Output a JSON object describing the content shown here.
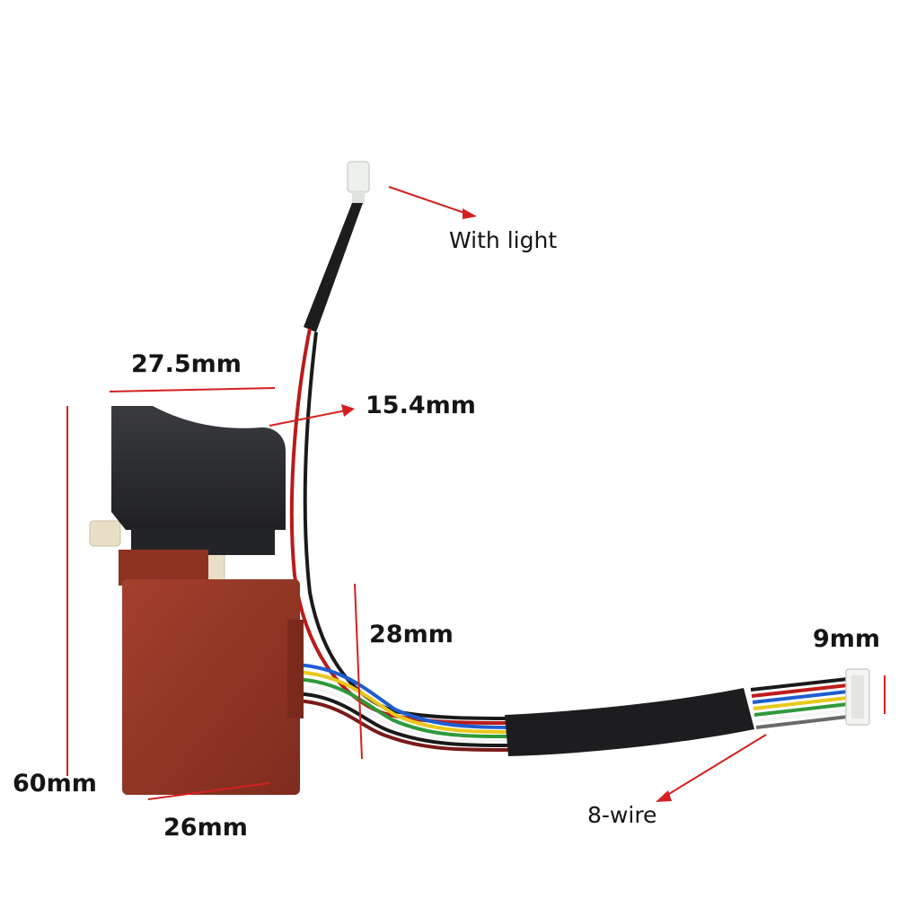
{
  "labels": {
    "with_light": "With light",
    "trigger_width": "27.5mm",
    "trigger_height": "15.4mm",
    "body_depth": "28mm",
    "connector_width": "9mm",
    "total_height": "60mm",
    "body_width": "26mm",
    "wire_count": "8-wire"
  },
  "colors": {
    "background": "#ffffff",
    "switch_body": "#8e3322",
    "trigger": "#2a2b2e",
    "annotation_line": "#d42020",
    "sleeve": "#1d1d1f",
    "connector": "#f4f4f2",
    "plunger": "#e9dfc6"
  },
  "wire_colors": [
    "#c01c1c",
    "#1a1a1a",
    "#1e5ed0",
    "#e8c81c",
    "#2e9a3a",
    "#f5f5f5",
    "#7a1a1a",
    "#6a6a6a"
  ]
}
